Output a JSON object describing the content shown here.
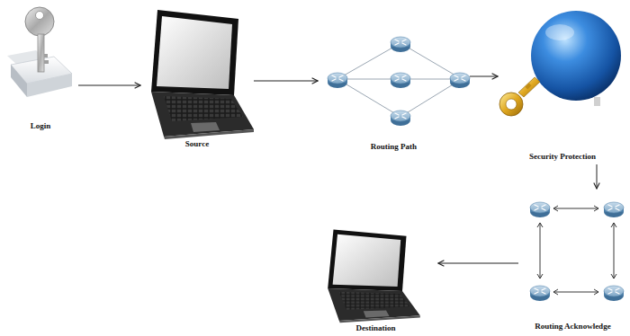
{
  "diagram": {
    "nodes": [
      {
        "text": [
          "Login"
        ]
      },
      {
        "text": [
          "Source"
        ]
      },
      {
        "text": [
          "Routing Path"
        ]
      },
      {
        "text": [
          "Security Protection"
        ]
      },
      {
        "text": [
          "Routing Acknowledge"
        ]
      },
      {
        "text": [
          "Destination"
        ]
      }
    ],
    "edges": [
      {
        "from": 0,
        "to": 1,
        "arrow": "to"
      },
      {
        "from": 1,
        "to": 2,
        "arrow": "to"
      },
      {
        "from": 2,
        "to": 3,
        "arrow": "to"
      },
      {
        "from": 3,
        "to": 4,
        "arrow": "to"
      },
      {
        "from": 4,
        "to": 5,
        "arrow": "to"
      }
    ]
  }
}
